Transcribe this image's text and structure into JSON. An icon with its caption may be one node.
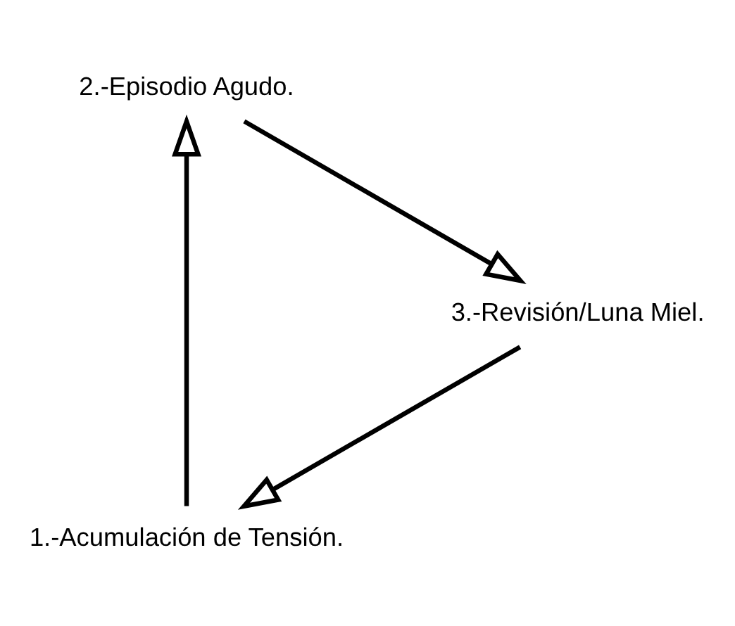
{
  "diagram": {
    "nodes": [
      {
        "text": [
          "1.-Acumulación de Tensión."
        ]
      },
      {
        "text": [
          "2.-Episodio Agudo."
        ]
      },
      {
        "text": [
          "3.-Revisión/Luna Miel."
        ]
      }
    ],
    "edges": [
      {
        "from": 0,
        "to": 1,
        "arrow": "to"
      },
      {
        "from": 1,
        "to": 2,
        "arrow": "to"
      },
      {
        "from": 2,
        "to": 0,
        "arrow": "to"
      }
    ]
  }
}
